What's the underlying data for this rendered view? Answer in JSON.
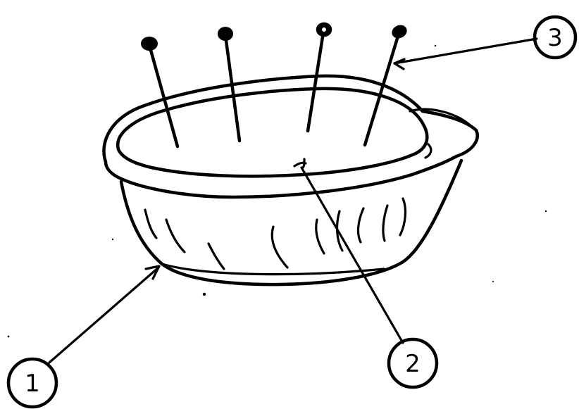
{
  "figure": {
    "callouts": [
      {
        "id": "callout-1",
        "label": "1"
      },
      {
        "id": "callout-2",
        "label": "2"
      },
      {
        "id": "callout-3",
        "label": "3"
      }
    ],
    "colors": {
      "ink": "#000000",
      "paper": "#ffffff"
    }
  }
}
